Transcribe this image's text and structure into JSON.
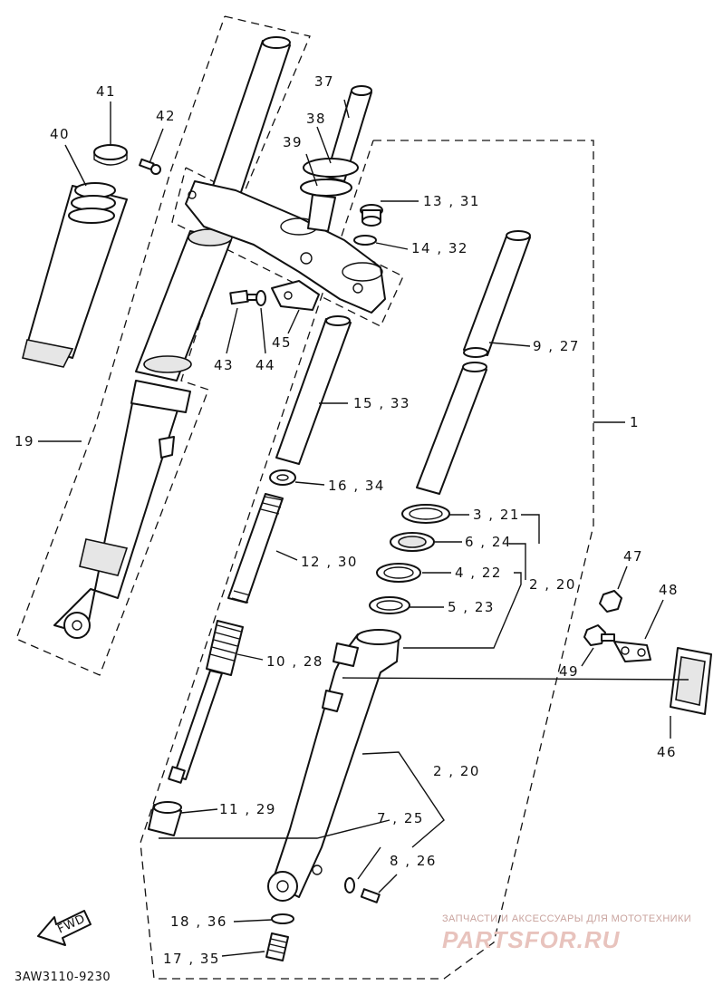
{
  "labels": {
    "p41": "41",
    "p42": "42",
    "p40": "40",
    "p37": "37",
    "p38": "38",
    "p39": "39",
    "p13_31": "13 , 31",
    "p14_32": "14 , 32",
    "p9_27": "9 , 27",
    "p1": "1",
    "p43": "43",
    "p44": "44",
    "p45": "45",
    "p15_33": "15 , 33",
    "p19": "19",
    "p16_34": "16 , 34",
    "p3_21": "3 , 21",
    "p6_24": "6 , 24",
    "p4_22": "4 , 22",
    "p2_20_top": "2 , 20",
    "p5_23": "5 , 23",
    "p12_30": "12 , 30",
    "p47": "47",
    "p48": "48",
    "p49": "49",
    "p10_28": "10 , 28",
    "p46": "46",
    "p2_20_bottom": "2 , 20",
    "p7_25": "7 , 25",
    "p11_29": "11 , 29",
    "p8_26": "8 , 26",
    "p18_36": "18 , 36",
    "p17_35": "17 , 35"
  },
  "fwd_arrow": "FWD",
  "diagram_code": "3AW3110-9230",
  "watermark": {
    "tagline": "ЗАПЧАСТИ И АКСЕССУАРЫ ДЛЯ МОТОТЕХНИКИ",
    "brand": "PARTSFOR.RU"
  },
  "colors": {
    "ink": "#111111",
    "watermark": "#e8c3bd"
  }
}
